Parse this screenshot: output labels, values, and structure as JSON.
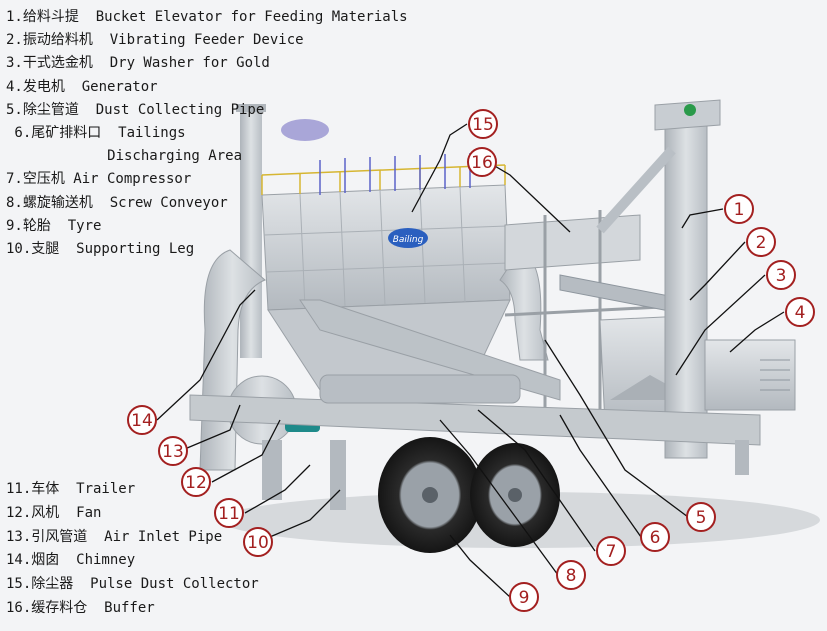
{
  "legend_top": [
    "1.给料斗提  Bucket Elevator for Feeding Materials",
    "2.振动给料机  Vibrating Feeder Device",
    "3.干式选金机  Dry Washer for Gold",
    "4.发电机  Generator",
    "5.除尘管道  Dust Collecting Pipe",
    " 6.尾矿排料口  Tailings",
    "            Discharging Area",
    "7.空压机 Air Compressor",
    "8.螺旋输送机  Screw Conveyor",
    "9.轮胎  Tyre",
    "10.支腿  Supporting Leg"
  ],
  "legend_bottom": [
    "11.车体  Trailer",
    "12.风机  Fan",
    "13.引风管道  Air Inlet Pipe",
    "14.烟囱  Chimney",
    "15.除尘器  Pulse Dust Collector",
    "16.缓存料仓  Buffer"
  ],
  "callouts": [
    "1",
    "2",
    "3",
    "4",
    "5",
    "6",
    "7",
    "8",
    "9",
    "10",
    "11",
    "12",
    "13",
    "14",
    "15",
    "16"
  ],
  "brand_label": "Bailing",
  "colors": {
    "callout_border": "#a32020",
    "leader": "#111111",
    "machine": "#c9ced3",
    "machine_dark": "#8e969e",
    "tyre": "#2a2a2a",
    "motor": "#1e8a8a"
  }
}
